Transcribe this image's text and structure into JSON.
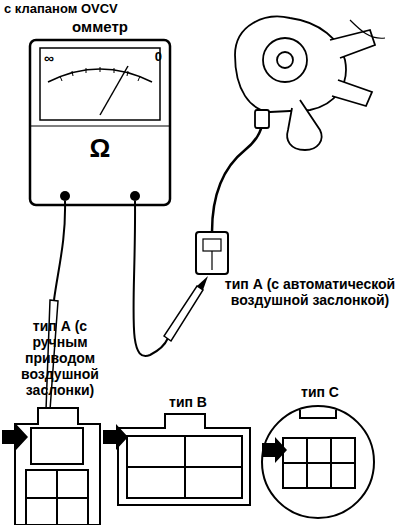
{
  "diagram": {
    "title": "с клапаном OVCV",
    "nodes": [
      {
        "text": [
          "омметр",
          "∞",
          "0",
          "Ω"
        ]
      }
    ],
    "labels": [
      "тип А (с автоматической воздушной заслонкой)",
      "тип А (с ручным приводом воздушной заслонки)",
      "тип В",
      "тип С"
    ]
  }
}
